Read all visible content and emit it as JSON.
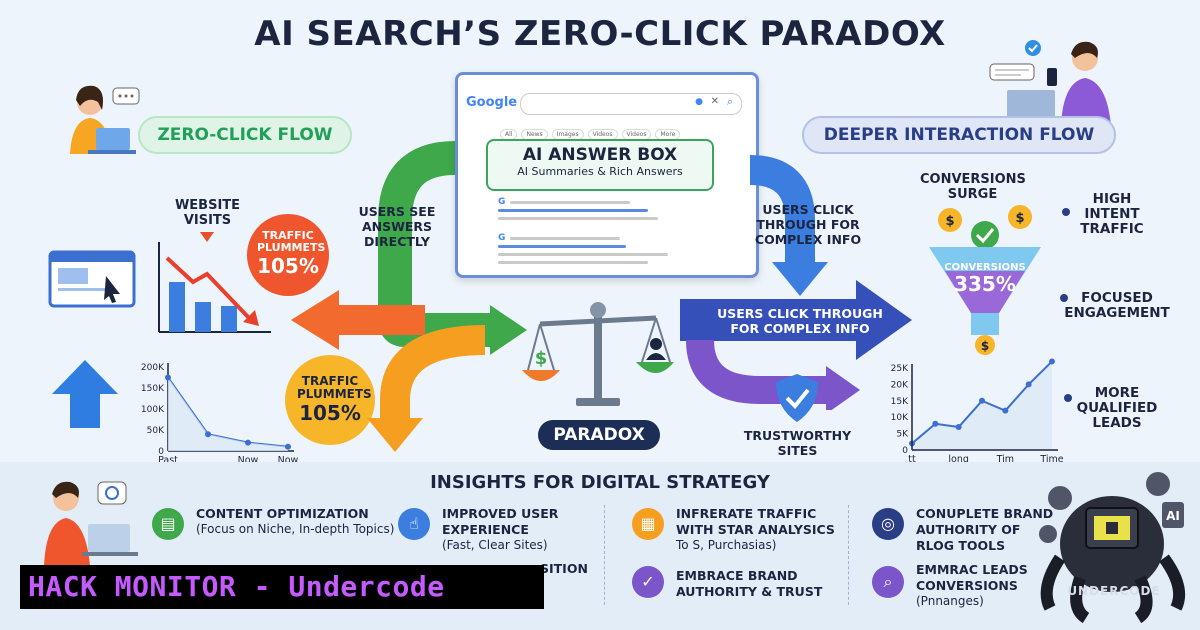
{
  "title": "AI SEARCH’S ZERO-CLICK PARADOX",
  "left_flow": {
    "pill": "ZERO-CLICK FLOW",
    "website_visits": "WEBSITE VISITS",
    "traffic_badge_1_label": "TRAFFIC PLUMMETS",
    "traffic_badge_1_value": "105%",
    "traffic_badge_2_label": "TRAFFIC PLUMMETS",
    "traffic_badge_2_value": "105%",
    "users_see": "USERS SEE ANSWERS DIRECTLY"
  },
  "right_flow": {
    "pill": "DEEPER INTERACTION FLOW",
    "users_click_complex": "USERS CLICK THROUGH FOR COMPLEX INFO",
    "arrow_label": "USERS CLICK THROUGH FOR COMPLEX INFO",
    "trustworthy": "TRUSTWORTHY SITES",
    "conversions_surge": "CONVERSIONS SURGE",
    "funnel_label": "CONVERSIONS",
    "funnel_value": "335%",
    "benefits": [
      "HIGH INTENT TRAFFIC",
      "FOCUSED ENGAGEMENT",
      "MORE QUALIFIED LEADS"
    ]
  },
  "browser": {
    "logo": "Google",
    "tabs": [
      "All",
      "News",
      "Images",
      "Videos",
      "Videos",
      "More"
    ],
    "answer_title": "AI ANSWER BOX",
    "answer_sub": "AI Summaries & Rich Answers"
  },
  "paradox": "PARADOX",
  "chart_data": [
    {
      "type": "line",
      "x": [
        "Past",
        "",
        "Now",
        "Now"
      ],
      "values": [
        175,
        40,
        20,
        10
      ],
      "yticks": [
        "0",
        "50K",
        "100K",
        "150K",
        "200K"
      ],
      "ylim": [
        0,
        200
      ]
    },
    {
      "type": "line",
      "x": [
        "tt",
        "long",
        "Tim",
        "Time"
      ],
      "values": [
        2,
        8,
        7,
        15,
        12,
        20,
        27
      ],
      "yticks": [
        "0",
        "5K",
        "10K",
        "15K",
        "20K",
        "25K"
      ],
      "ylim": [
        0,
        25
      ]
    }
  ],
  "insights": {
    "title": "INSIGHTS FOR DIGITAL STRATEGY",
    "items": [
      {
        "head": "CONTENT OPTIMIZATION",
        "sub": "(Focus on Niche, In-depth Topics)"
      },
      {
        "head": "IMPROVED USER EXPERIENCE",
        "sub": "(Fast, Clear Sites)"
      },
      {
        "head": "INFRERATE TRAFFIC WITH STAR ANALYSICS",
        "sub": "To S, Purchasias)"
      },
      {
        "head": "CONUPLETE BRAND AUTHORITY OF RLOG TOOLS",
        "sub": ""
      },
      {
        "head": "SITION",
        "sub": ""
      },
      {
        "head": "EMBRACE BRAND AUTHORITY & TRUST",
        "sub": ""
      },
      {
        "head": "EMMRAC LEADS CONVERSIONS",
        "sub": "(Pnnanges)"
      }
    ]
  },
  "watermark": "HACK MONITOR - Undercode",
  "logo_text": "UNDERCODE"
}
